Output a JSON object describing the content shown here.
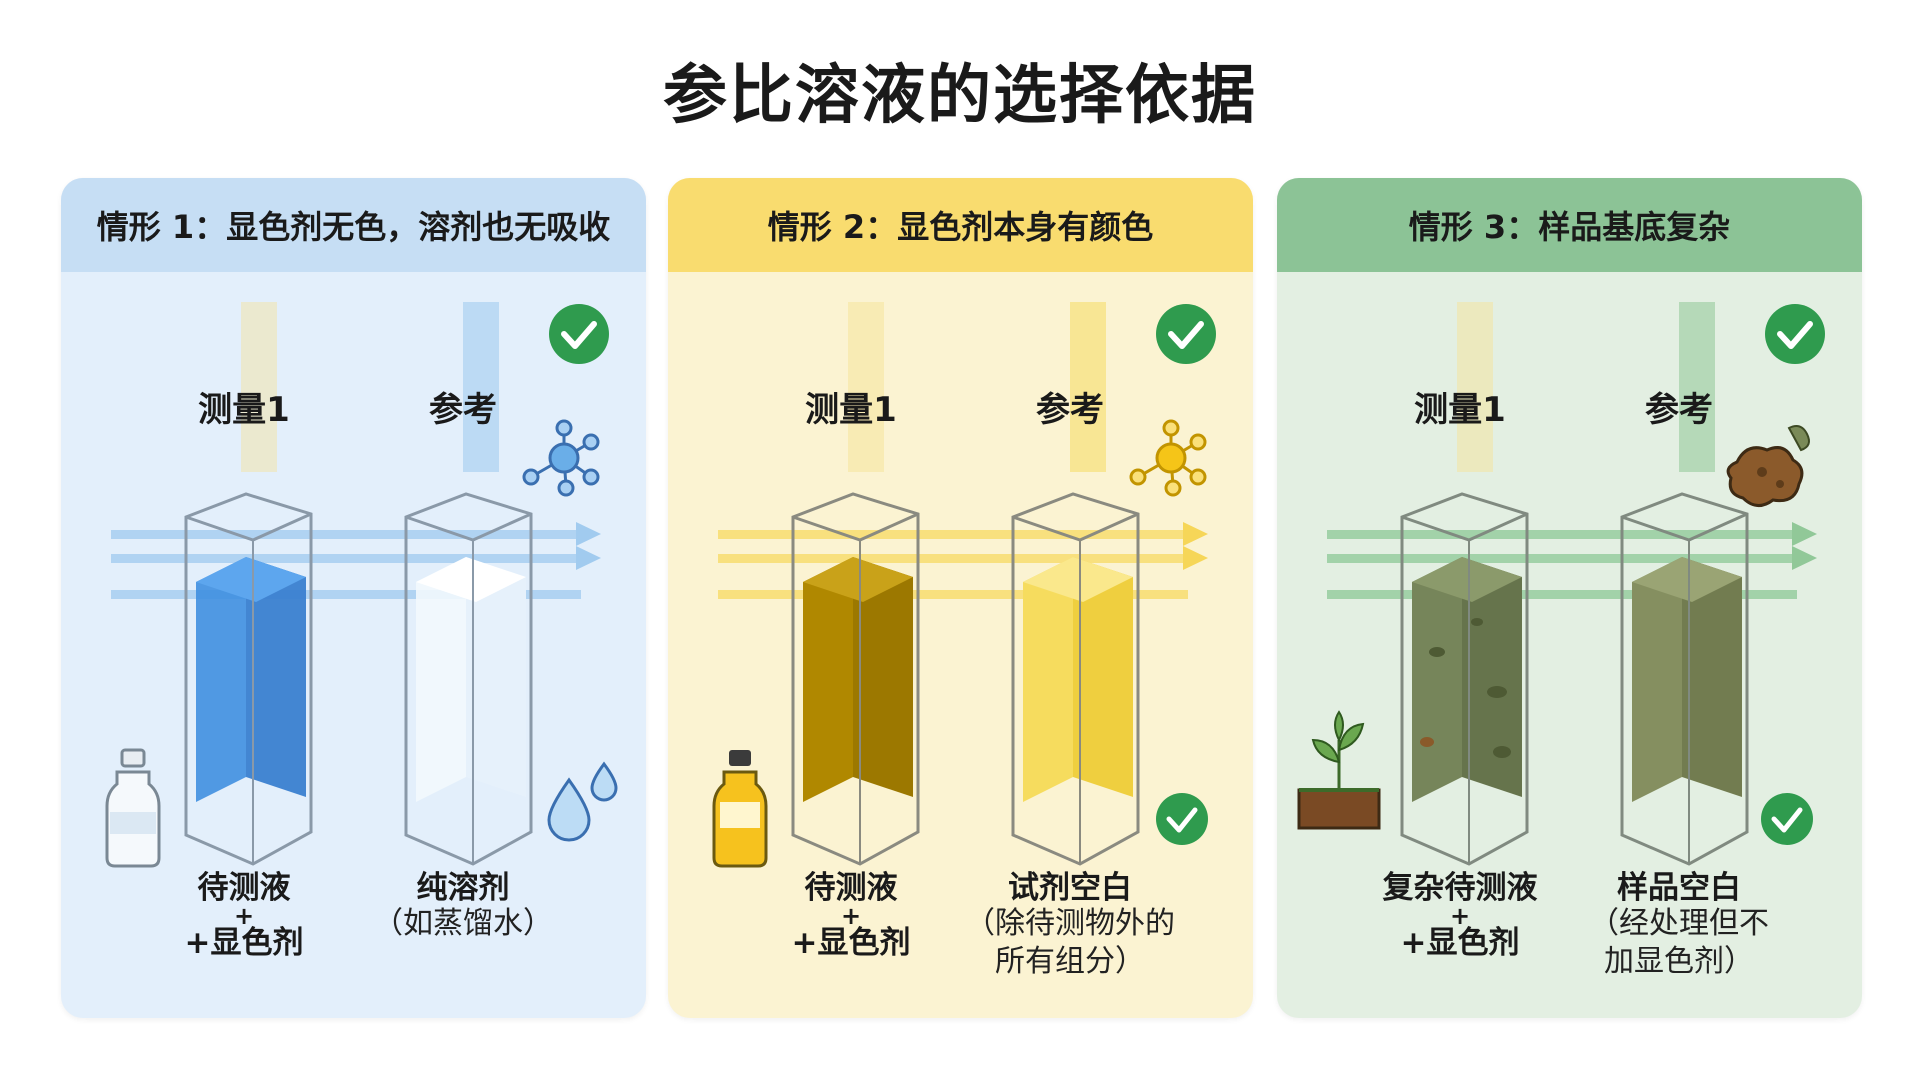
{
  "title": "参比溶液的选择依据",
  "panels": [
    {
      "header": "情形 1：显色剂无色，溶剂也无吸收",
      "left_label": "测量1",
      "right_label": "参考",
      "left_caption": {
        "main": "待测液",
        "plus": "+",
        "second": "+显色剂"
      },
      "right_caption": {
        "main": "纯溶剂",
        "sub": "（如蒸馏水）"
      },
      "colors": {
        "light": "#8cc0ec",
        "liquid_left": "#3f8fe0",
        "liquid_right": "#e9f3fc"
      }
    },
    {
      "header": "情形 2：显色剂本身有颜色",
      "left_label": "测量1",
      "right_label": "参考",
      "left_caption": {
        "main": "待测液",
        "plus": "+",
        "second": "+显色剂"
      },
      "right_caption": {
        "main": "试剂空白",
        "sub": "（除待测物外的",
        "sub2": "所有组分）"
      },
      "colors": {
        "light": "#f5d64a",
        "liquid_left": "#b38a00",
        "liquid_right": "#f6dc5e"
      }
    },
    {
      "header": "情形 3：样品基底复杂",
      "left_label": "测量1",
      "right_label": "参考",
      "left_caption": {
        "main": "复杂待测液",
        "plus": "+",
        "second": "+显色剂"
      },
      "right_caption": {
        "main": "样品空白",
        "sub": "（经处理但不",
        "sub2": "加显色剂）"
      },
      "colors": {
        "light": "#7dbf86",
        "liquid_left": "#6f7f4e",
        "liquid_right": "#808a5b"
      }
    }
  ],
  "icons": [
    "check-circle-icon",
    "molecule-icon",
    "bottle-icon",
    "water-drops-icon",
    "soil-sprout-icon",
    "soil-clump-icon"
  ]
}
